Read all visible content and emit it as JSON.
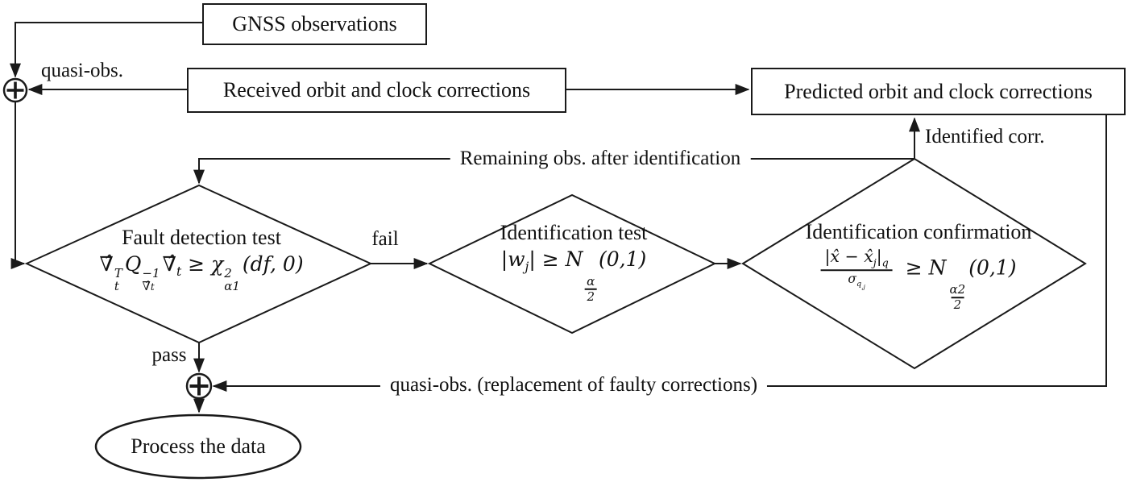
{
  "figure": {
    "type": "flowchart",
    "colors": {
      "stroke": "#1a1a1a",
      "background": "#ffffff",
      "text": "#111111"
    },
    "nodes": {
      "gnss": {
        "shape": "rect",
        "label": "GNSS observations"
      },
      "received": {
        "shape": "rect",
        "label": "Received orbit and clock corrections"
      },
      "predicted": {
        "shape": "rect",
        "label": "Predicted orbit and clock corrections"
      },
      "fault_detection": {
        "shape": "diamond",
        "title": "Fault detection test",
        "formula_html": "∇̂<span class='ss'><sup>T</sup><sub>t</sub></span>Q<span class='ss'><sup>−1</sup><sub>∇̂<sub>t</sub></sub></span>∇̂<sub>t</sub> ≥ χ<span class='ss'><sup>2</sup><sub>α1</sub></span>(df, 0)",
        "formula_text": "∇̂_t^T Q_∇̂t^−1 ∇̂_t ≥ χ²_α1(df, 0)"
      },
      "identification_test": {
        "shape": "diamond",
        "title": "Identification test",
        "formula_html": "|w<sub>j</sub>| ≥ N<span class='sfrac'><span>α</span><span class='bot'>2</span></span>(0,1)",
        "formula_text": "|w_j| ≥ N_(α/2)(0,1)"
      },
      "identification_confirmation": {
        "shape": "diamond",
        "title": "Identification confirmation",
        "formula_html": "<span class='bigfrac'><span class='num'>|x̂ − x̂<sub>j</sub>|<sub>q</sub></span><span class='den'>σ<sub>q<span class='subsub'>,j</span></sub></span></span> ≥ N<span class='sfrac'><span>α2</span><span class='bot'>2</span></span>(0,1)",
        "formula_text": "|x̂ − x̂_j|_q / σ_q,j ≥ N_(α2/2)(0,1)"
      },
      "process": {
        "shape": "ellipse",
        "label": "Process the data"
      },
      "sum_top": {
        "shape": "circle-junction",
        "symbol": "⊕"
      },
      "sum_bottom": {
        "shape": "circle-junction",
        "symbol": "⊕"
      }
    },
    "edge_labels": {
      "quasi_obs_top": "quasi-obs.",
      "remaining_obs": "Remaining obs. after identification",
      "identified_corr": "Identified corr.",
      "fail": "fail",
      "pass": "pass",
      "quasi_obs_bottom": "quasi-obs. (replacement of faulty corrections)"
    }
  }
}
